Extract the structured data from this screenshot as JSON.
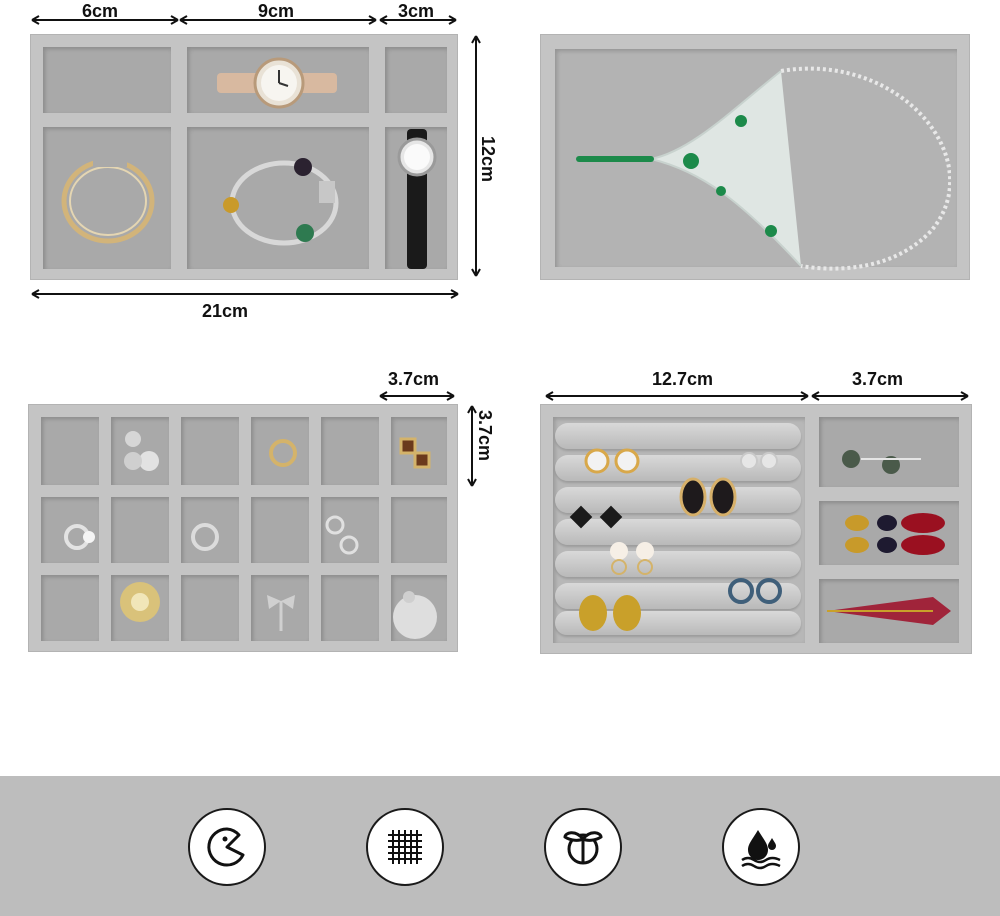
{
  "dimensions": {
    "top_left": {
      "w1": "6cm",
      "w2": "9cm",
      "w3": "3cm",
      "height": "12cm",
      "total_width": "21cm"
    },
    "bottom_left": {
      "cell_width": "3.7cm",
      "cell_height": "3.7cm"
    },
    "bottom_right": {
      "roll_width": "12.7cm",
      "cell_width": "3.7cm"
    }
  },
  "colors": {
    "tray": "#c4c4c4",
    "compartment": "#a9a9a9",
    "band": "#bdbdbd"
  },
  "feature_icons": [
    "pacman-icon",
    "grid-icon",
    "leaf-icon",
    "water-drop-icon"
  ]
}
